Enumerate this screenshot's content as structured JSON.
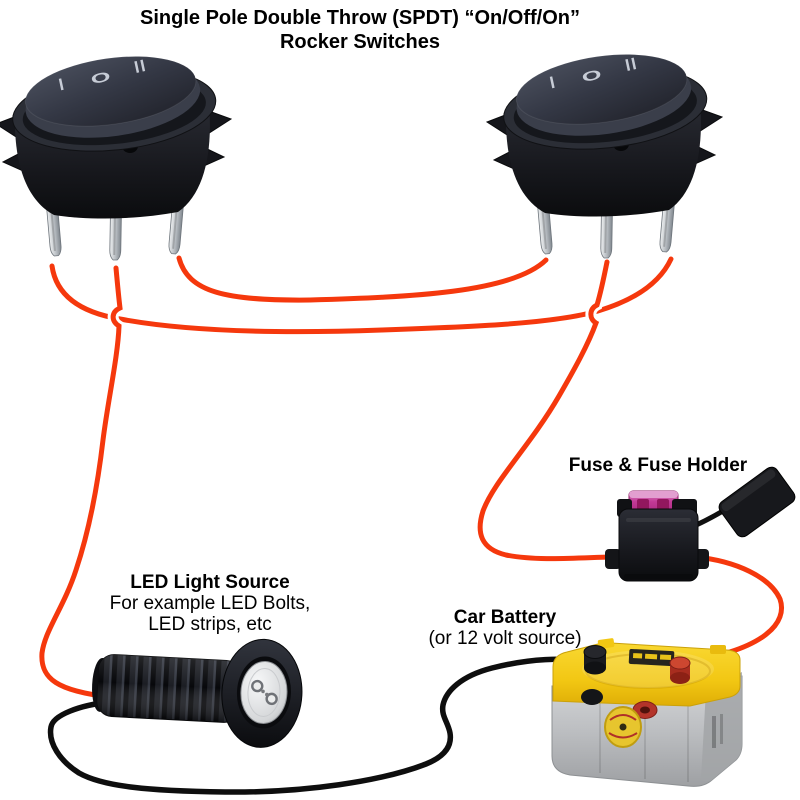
{
  "title": {
    "line1": "Single Pole Double Throw (SPDT) “On/Off/On”",
    "line2": "Rocker Switches"
  },
  "labels": {
    "fuse_holder": "Fuse & Fuse Holder",
    "car_battery_title": "Car Battery",
    "car_battery_subtitle": "(or 12 volt source)",
    "led_title": "LED Light Source",
    "led_subtitle1": "For example LED Bolts,",
    "led_subtitle2": "LED strips, etc"
  },
  "switches": {
    "type": "SPDT rocker switch",
    "count": 2,
    "markings": {
      "on1": "I",
      "off": "O",
      "on2": "II"
    }
  },
  "components": {
    "left_switch": "left SPDT rocker switch",
    "right_switch": "right SPDT rocker switch",
    "led": "LED light (bolt style)",
    "fuse_holder": "inline blade fuse holder with cap",
    "battery": "12V car battery (yellow-top)"
  },
  "colors": {
    "positive_wire": "#f5380d",
    "negative_wire": "#0e0e0e",
    "fuse": "#c23a96",
    "battery_top_yellow": "#f2c713",
    "battery_body_gray": "#bcbec1",
    "switch_body": "#1a1c22"
  }
}
